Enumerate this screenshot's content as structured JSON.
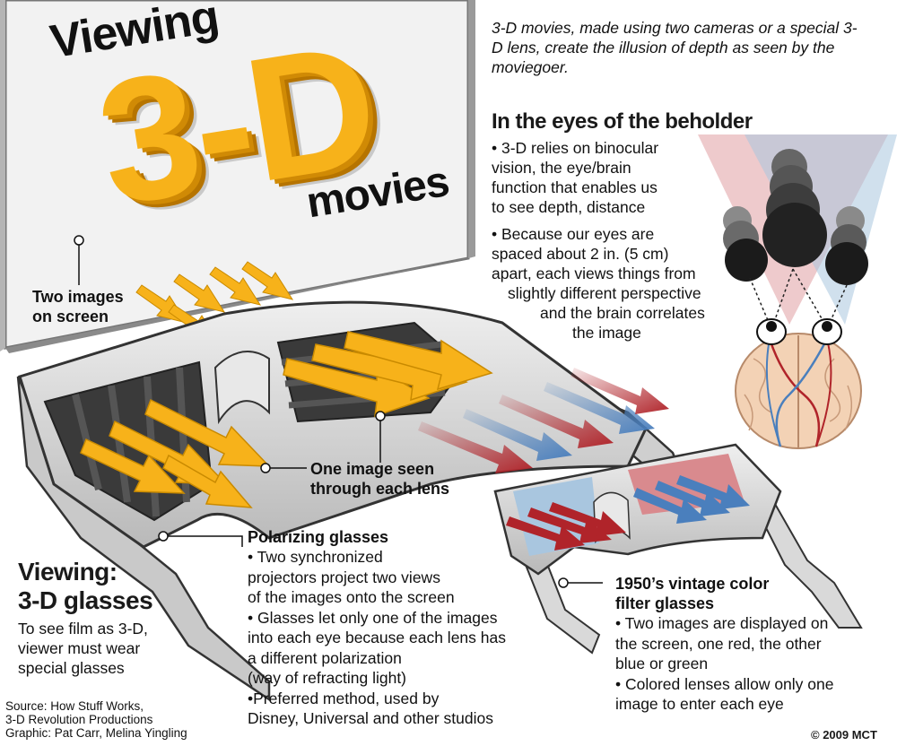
{
  "header": {
    "title_line1": "Viewing",
    "title_big": "3-D",
    "title_line3": "movies"
  },
  "intro": "3-D movies, made using two cameras or a special 3-D lens, create the illusion of depth as seen by the moviegoer.",
  "eyes_section": {
    "title": "In the eyes of the beholder",
    "bullet1": [
      "• 3-D relies on binocular",
      "vision, the eye/brain",
      "function that enables us",
      "to see depth, distance"
    ],
    "bullet2": [
      "• Because our eyes are",
      "spaced about 2 in. (5 cm)",
      "apart, each views things from",
      "slightly different perspective",
      "and the brain correlates",
      "the image"
    ]
  },
  "labels": {
    "two_images": [
      "Two images",
      "on screen"
    ],
    "one_image": [
      "One image seen",
      "through each lens"
    ]
  },
  "polarizing": {
    "title": "Polarizing glasses",
    "lines": [
      "•  Two synchronized",
      "projectors project two views",
      "of the images onto the screen",
      "• Glasses let only one of the images",
      "into each eye because each lens has",
      "a different polarization",
      "(way of refracting light)",
      "•Preferred method, used by",
      "Disney, Universal and other studios"
    ]
  },
  "vintage": {
    "title": [
      "1950’s vintage color",
      "filter glasses"
    ],
    "lines": [
      "• Two images are displayed on",
      "the screen, one red, the other",
      "blue or green",
      "• Colored lenses allow only one",
      "image to enter each eye"
    ]
  },
  "glasses_section": {
    "title": [
      "Viewing:",
      "3-D glasses"
    ],
    "lines": [
      "To see film as 3-D,",
      "viewer must wear",
      "special glasses"
    ]
  },
  "source": [
    "Source: How Stuff Works,",
    "3-D Revolution Productions",
    "Graphic: Pat Carr, Melina Yingling"
  ],
  "copyright": "© 2009 MCT",
  "colors": {
    "accent_orange": "#f7b21a",
    "red_arrow": "#b0242a",
    "blue_arrow": "#4a7fbd",
    "frame_gray": "#d4d4d4",
    "lens_dark": "#3a3a3a"
  }
}
